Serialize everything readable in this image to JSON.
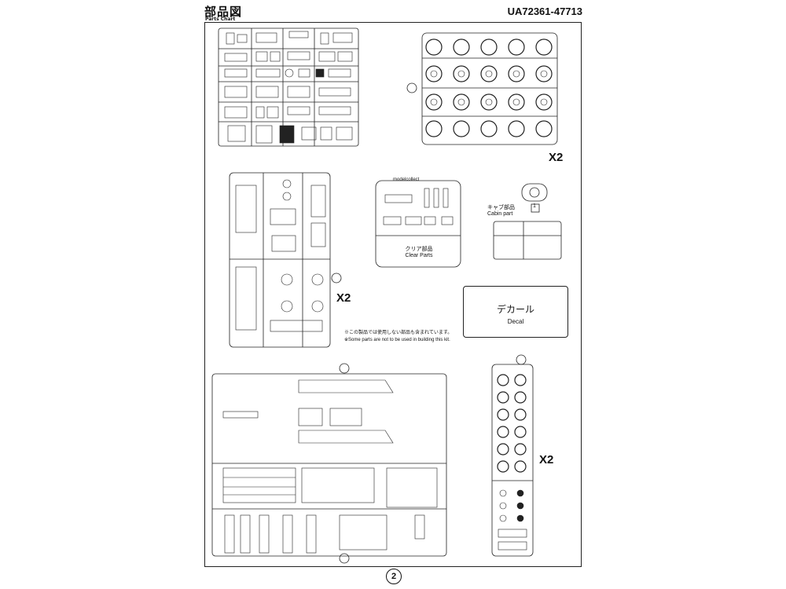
{
  "header": {
    "title_jp": "部品図",
    "title_en": "Parts Chart",
    "product_code": "UA72361-47713"
  },
  "labels": {
    "wheel_runner_count": "X2",
    "middle_runner_count": "X2",
    "right_runner_count": "X2",
    "brand_mark": "modelcollect",
    "clear_parts_jp": "クリア部品",
    "clear_parts_en": "Clear Parts",
    "cabin_part_jp": "キャブ部品",
    "cabin_part_en": "Cabin part",
    "cabin_part_number": "1",
    "decal_jp": "デカール",
    "decal_en": "Decal",
    "note_jp": "※この製品では使用しない部品も含まれています。",
    "note_en": "※Some parts are not to be used in building this kit."
  },
  "footer": {
    "page_number": "2"
  }
}
